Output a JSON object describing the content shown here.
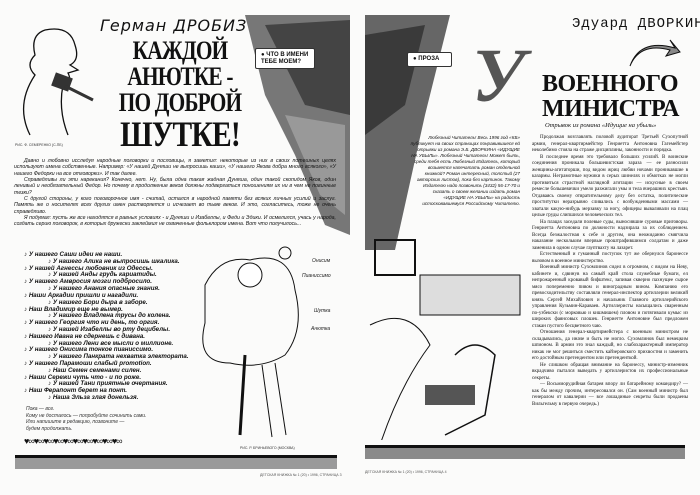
{
  "left_page": {
    "author": "Герман ДРОБИЗ",
    "title": [
      "КАЖДОЙ",
      "АНЮТКЕ -",
      "ПО ДОБРОЙ",
      "ШУТКЕ!"
    ],
    "illustration_credit": "РИС. Ф. СЕМЕРЕНКО (С-ПБ)",
    "rubric": "ЧТО В ИМЕНИ ТЕБЕ МОЕМ?",
    "intro": [
      "Давно и любовно исследуя народные поговорки и пословицы, я заметил: некоторые из них в своих потешных целях используют имена собственные. Например: «У нашей Дуняши не выпросишь каши», «У нашего Якова добра много всякого», «У нашего Федорки на все отговорки». И так далее.",
      "Справедливы ли эти нарекания? Конечно, нет. Ну, была одна такая жадная Дуняша, один такой скопидом Яков, один ленивый и необязательный Федор. Но почему в продолжение веков должны подвергаться поношениям их ни в чем не повинные тезки?",
      "С другой стороны, у кого поговорочное имя - считай, остался в народной памяти без всяких личных усилий и заслуг. Память же о носителях всех других имен растворяется и исчезает во тьме веков. И это, согласитесь, тоже не очень справедливо.",
      "Я подумал: пусть же все находятся в равных условиях - и Дуняши и Изабеллы, и Феди и Эдики. И осмелился, учась у народа, создать серию поговорок, в которых дружески заклеймил не охваченные фольклором имена. Вот что получилось..."
    ],
    "sayings": [
      "У нашего Саши идеи не наши.",
      "У нашего Алика не выпросишь шкалика.",
      "У нашей Агнессы любовник из Одессы.",
      "У нашей Анды грудь кариатиды.",
      "У нашего Амвросия мозги подбросило.",
      "У нашего Анания опасные знания.",
      "Наши Аркадии пришли и нагадили.",
      "У нашего Бори дыра в заборе.",
      "Наш Владимир еще не вымер.",
      "У нашего Владлена трусы до колена.",
      "У нашего Георгия что ни день, то оргия.",
      "У нашей Изабеллы во рту децибелы.",
      "Нашего Ивана не сдернешь с дивана.",
      "У нашего Лени все мысли о миллионе.",
      "У нашего Онисима тонкое пианиссимо.",
      "У нашего Панкрата нехватка электората.",
      "У нашего Парамоши слабый promotion.",
      "Наш Семен семенами силен.",
      "Наши Сережи чуть что - и по роже.",
      "У нашей Тани приятные очертания.",
      "Наш Ферапонт берет на понт.",
      "Наша Эльза злая донельзя."
    ],
    "figure_labels": [
      "Онисим",
      "Пианиссимо",
      "Шутка",
      "Анютка"
    ],
    "closing": [
      "Пока — все.",
      "Кому не досталось — попробуйте сочинить сами.",
      "Или напишите в редакцию, позвоните —",
      "будем продолжать."
    ],
    "figure_credit": "РИС. Р. БРИНЬЕВОГО (МОСКВА)",
    "footer": "ДЕТСКАЯ КНИЖКА № 1 (20) • 1996, СТРАНИЦА 3"
  },
  "right_page": {
    "author": "Эдуард ДВОРКИН",
    "drop_letter": "У",
    "title": [
      "ВОЕННОГО",
      "МИНИСТРА"
    ],
    "subtitle": "Отрывок из романа «Идущие на убыль»",
    "rubric": "ПРОЗА",
    "editorial": "Любезный Читатель! Весь 1996 год «КБ» публикует на своих страницах понравившиеся ей отрывки из романа Э.Б. ДВОРКИНА «ИДУЩИЕ НА УБЫЛЬ». Любезный Читатель! Может быть, среди тебя есть Любезный Издатель, который возьмется напечатать роман отдельной книжкой? Роман интересный, толстый (27 авторских листов), пока без картинок. Такому Издателю надо позвонить (3432) 56-17-70 и сказать о своем желании издать роман «ИДУЩИЕ НА УБЫЛЬ» на радость истосковавшемуся Российскому Читателю.",
    "body": [
      "Продолжая возглавлять половой аудиторат Третьей Сухопутной армии, генерал-квартирмейстер Генриетта Антоновна Гагемейстер неколебимо стояла на страже дисциплины, законности и порядка.",
      "В последнее время это требовало больших усилий. В воинские соединения проникала большевистская зараза — ее разносили женщины-агитаторши, под видом жриц любви ночами проникавшие в казармы. Неграмотные мужики в серых шинелях и обмотках не могли противиться страстной наглядной агитации — искусные в своем ремесле большевички умело разжигали умы и тела вчерашних крестьян. Отдаваясь своему отвратительному делу без остатка, политические проститутки неразрывно сливались с возбужденными массами — хватали какую-нибудь мерзавку за ногу, офицеры вываливали на плац целые груды слипшихся человеческих тел.",
      "На плацах заседали полевые суды, выносившие суровые приговоры. Генриетта Антоновна по должности надзирала за их соблюдением. Всегда безжалостная к себе и другим, она неожиданно смягчила наказание нескольким впервые проштрафившимся солдатам и даже заменила в одном случае гауптвахту на лазарет.",
      "Естественный и гуманный поступок тут же обернулся баронессе вызовом в военное министерство.",
      "Военный министр Сухомлинов сидел в огромном, с видом на Неву, кабинете и, сдвинув на самый край стола служебные бумаги, ел непрожаренный кровавый бифштекс, запивая скверно пахнущее сырое мясо попеременно пивом и виноградным вином. Компанию его превосходительству составляли генерал-инспектор артиллерии великий князь Сергей Михайлович и начальник Главного артиллерийского управления Кузьмин-Караваев. Артиллеристы насыщались сваренным по-узбекски (с морковью и кишмишем) пловом и потягивали кумыс из широких фаянсовых плошек. Генриетте Антоновне был предложен стакан пустого бесцветного чаю.",
      "Отношения генерал-квартирмейстера с военным министром не складывались, да иначе и быть не могло. Сухомлинов был немецким шпионом. В армии это знал каждый, но слабохарактерный император никак не мог решиться сместить кайзеровского прихвостня и заменить его достойным претендентом или претенденткой.",
      "Не слишком обращая внимание на баронессу, министр-изменник вкрадчиво пытался выведать у артиллеристов их профессиональные секреты.",
      "— Восьмиорудийная батарея впору ли батарейному командиру? — как бы между прочим, интересовался он. (Сам военный министр был генералом от кавалерии — все лошадиные секреты были продаены Вильгельму в первую очередь.)"
    ],
    "footer": "ДЕТСКАЯ КНИЖКА № 1 (20) • 1996, СТРАНИЦА 4"
  }
}
